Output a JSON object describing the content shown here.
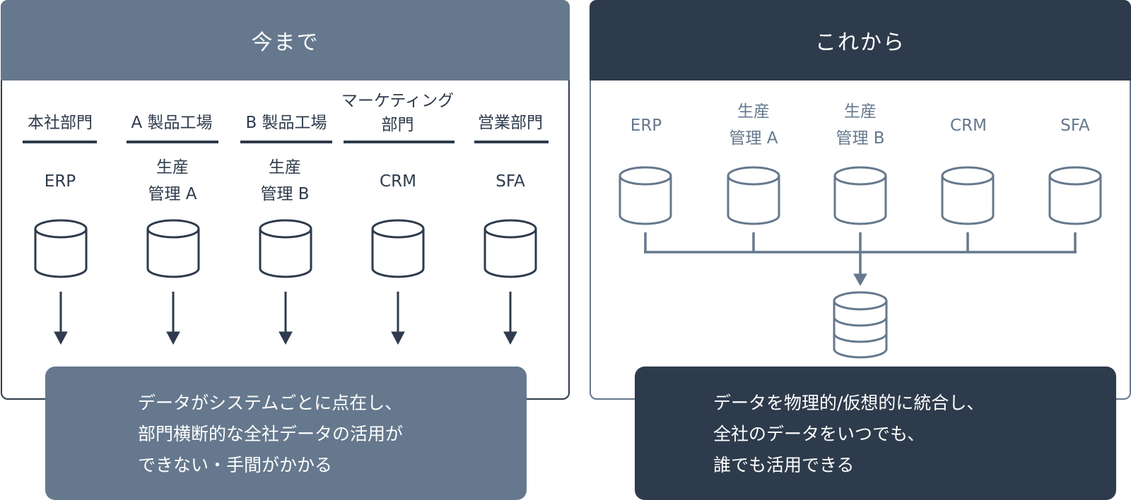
{
  "colors": {
    "slate": "#65788d",
    "navy": "#2e3b4c",
    "white": "#ffffff"
  },
  "before": {
    "title": "今まで",
    "columns": [
      {
        "department": "本社部門",
        "system": "ERP"
      },
      {
        "department": "A 製品工場",
        "system": "生産\n管理 A"
      },
      {
        "department": "B 製品工場",
        "system": "生産\n管理 B"
      },
      {
        "department": "マーケティング\n部門",
        "system": "CRM"
      },
      {
        "department": "営業部門",
        "system": "SFA"
      }
    ],
    "icons": [
      "database-cylinder-icon",
      "arrow-down-icon"
    ],
    "message_lines": [
      "データがシステムごとに点在し、",
      "部門横断的な全社データの活用が",
      "できない・手間がかかる"
    ]
  },
  "after": {
    "title": "これから",
    "columns": [
      {
        "system": "ERP"
      },
      {
        "system": "生産\n管理 A"
      },
      {
        "system": "生産\n管理 B"
      },
      {
        "system": "CRM"
      },
      {
        "system": "SFA"
      }
    ],
    "icons": [
      "database-cylinder-icon",
      "connector-bracket-icon",
      "arrow-down-icon",
      "integrated-database-stack-icon"
    ],
    "message_lines": [
      "データを物理的/仮想的に統合し、",
      "全社のデータをいつでも、",
      "誰でも活用できる"
    ]
  }
}
